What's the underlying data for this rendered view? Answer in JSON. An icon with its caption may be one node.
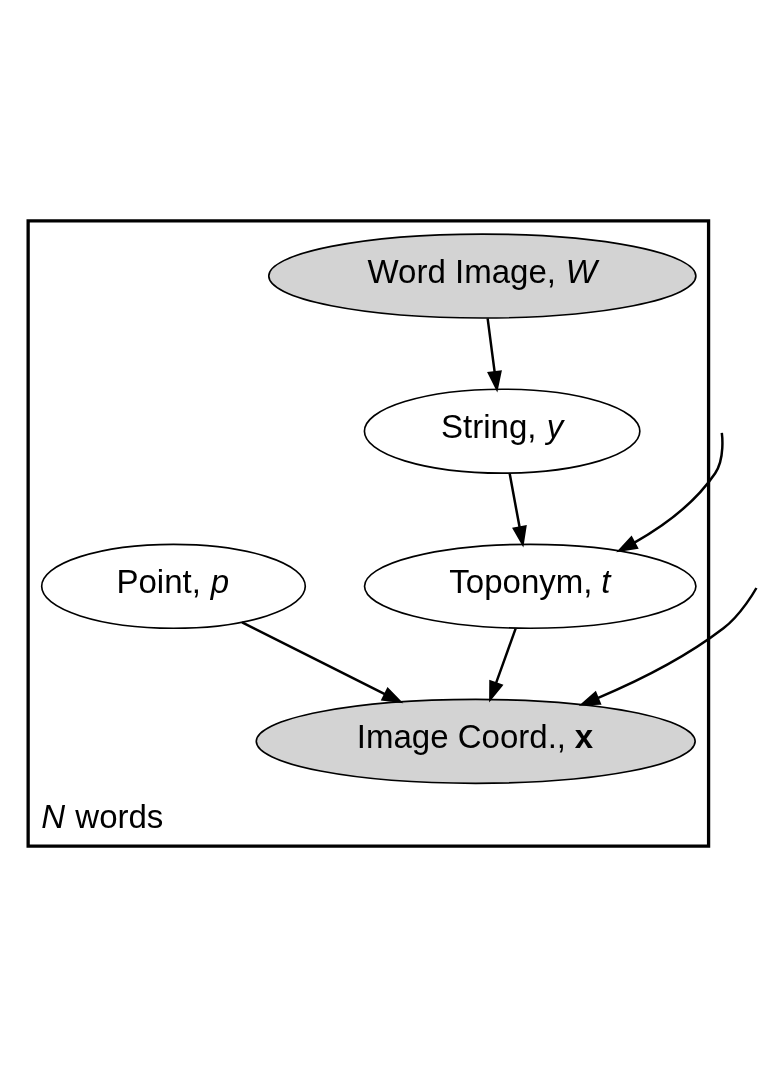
{
  "diagram": {
    "nodes": [
      {
        "text": [
          "*N* words"
        ]
      },
      {
        "text": [
          "Word Image, *W*"
        ],
        "in": 0
      },
      {
        "text": [
          "String, *y*"
        ],
        "in": 0
      },
      {
        "text": [
          "Toponym, *t*"
        ],
        "in": 0
      },
      {
        "text": [
          "Point, *p*"
        ],
        "in": 0
      },
      {
        "text": [
          "Image Coord., **x**"
        ],
        "in": 0
      }
    ],
    "edges": [
      {
        "from": 1,
        "to": 2,
        "arrow": "to"
      },
      {
        "from": 2,
        "to": 3,
        "arrow": "to"
      },
      {
        "from": null,
        "to": 3,
        "arrow": "to"
      },
      {
        "from": 3,
        "to": 5,
        "arrow": "to"
      },
      {
        "from": 4,
        "to": 5,
        "arrow": "to"
      },
      {
        "from": null,
        "to": 5,
        "arrow": "to"
      }
    ]
  }
}
